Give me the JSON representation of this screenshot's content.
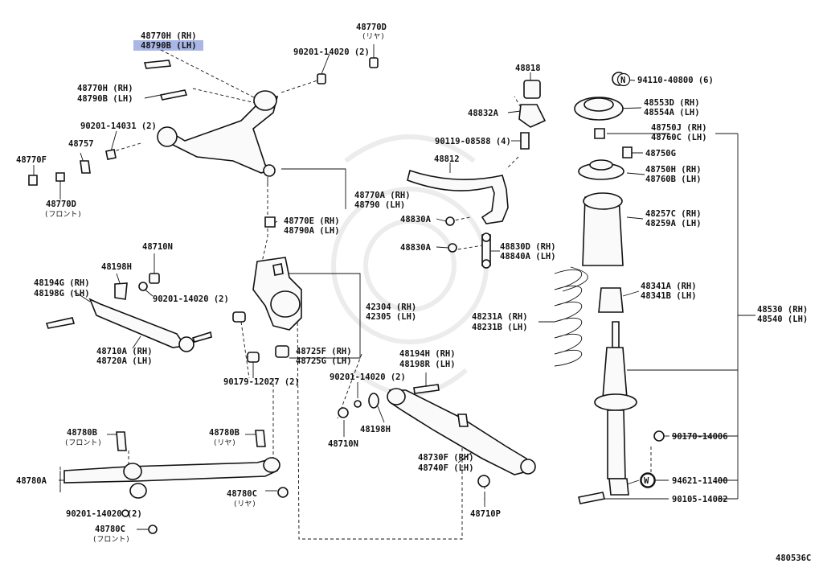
{
  "labels": {
    "l_48770h_rh_top": "48770H (RH)",
    "l_48790b_lh_top": "48790B (LH)",
    "l_48770d_rear_num": "48770D",
    "l_48770d_rear_note": "(リヤ)",
    "l_90201_14020_top": "90201-14020 (2)",
    "l_48770h_rh_2": "48770H (RH)",
    "l_48790b_lh_2": "48790B (LH)",
    "l_90201_14031": "90201-14031 (2)",
    "l_48757": "48757",
    "l_48770f": "48770F",
    "l_48770d_front_num": "48770D",
    "l_48770d_front_note": "(フロント)",
    "l_48770a_rh": "48770A (RH)",
    "l_48790_lh": "48790 (LH)",
    "l_48770e_rh": "48770E (RH)",
    "l_48790a_lh": "48790A (LH)",
    "l_48710n_top": "48710N",
    "l_48198h_left": "48198H",
    "l_48194g_rh": "48194G (RH)",
    "l_48198g_lh": "48198G (LH)",
    "l_90201_14020_mid": "90201-14020 (2)",
    "l_48710a_rh": "48710A (RH)",
    "l_48720a_lh": "48720A (LH)",
    "l_42304_rh": "42304 (RH)",
    "l_42305_lh": "42305 (LH)",
    "l_48725f_rh": "48725F (RH)",
    "l_48725g_lh": "48725G (LH)",
    "l_90179_12027": "90179-12027 (2)",
    "l_48780b_front_num": "48780B",
    "l_48780b_front_note": "(フロント)",
    "l_48780b_rear_num": "48780B",
    "l_48780b_rear_note": "(リヤ)",
    "l_48780a": "48780A",
    "l_48780c_rear_num": "48780C",
    "l_48780c_rear_note": "(リヤ)",
    "l_90201_14020_bottom": "90201-14020 (2)",
    "l_48780c_front_num": "48780C",
    "l_48780c_front_note": "(フロント)",
    "l_48818": "48818",
    "l_48832a": "48832A",
    "l_90119_08588": "90119-08588 (4)",
    "l_48812": "48812",
    "l_48830a_1": "48830A",
    "l_48830a_2": "48830A",
    "l_48830d_rh": "48830D (RH)",
    "l_48840a_lh": "48840A (LH)",
    "l_48194h_rh": "48194H (RH)",
    "l_48198r_lh": "48198R (LH)",
    "l_90201_14020_right": "90201-14020 (2)",
    "l_48198h_right": "48198H",
    "l_48710n_bottom": "48710N",
    "l_48730f_rh": "48730F (RH)",
    "l_48740f_lh": "48740F (LH)",
    "l_48710p": "48710P",
    "l_94110_40800": "94110-40800 (6)",
    "l_48553d_rh": "48553D (RH)",
    "l_48554a_lh": "48554A (LH)",
    "l_48750j_rh": "48750J (RH)",
    "l_48760c_lh": "48760C (LH)",
    "l_48750g": "48750G",
    "l_48750h_rh": "48750H (RH)",
    "l_48760b_lh": "48760B (LH)",
    "l_48257c_rh": "48257C (RH)",
    "l_48259a_lh": "48259A (LH)",
    "l_48341a_rh": "48341A (RH)",
    "l_48341b_lh": "48341B (LH)",
    "l_48231a_rh": "48231A (RH)",
    "l_48231b_lh": "48231B (LH)",
    "l_48530_rh": "48530 (RH)",
    "l_48540_lh": "48540 (LH)",
    "l_90170_14006": "90170-14006",
    "l_94621_11400": "94621-11400",
    "l_90105_14082": "90105-14082",
    "l_diagram_id": "480536C"
  },
  "symbols": {
    "n_marker": "N",
    "w_marker": "W"
  },
  "highlight_color": "#a9b6e6"
}
